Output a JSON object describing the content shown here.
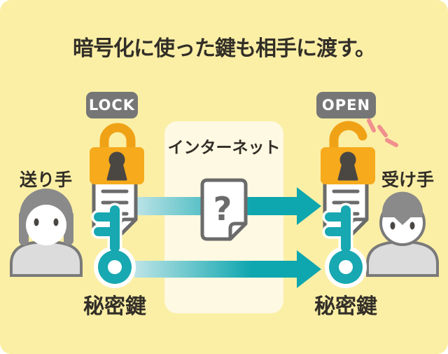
{
  "title": "暗号化に使った鍵も相手に渡す。",
  "sender": {
    "role_label": "送り手",
    "state_badge": "LOCK",
    "key_label": "秘密鍵"
  },
  "receiver": {
    "role_label": "受け手",
    "state_badge": "OPEN",
    "key_label": "秘密鍵"
  },
  "internet": {
    "label": "インターネット",
    "encrypted_mark": "?"
  },
  "colors": {
    "card-bg": "#FBEFA6",
    "panel-bg": "#FEF9E2",
    "accent-teal": "#17A8B1",
    "arrow-dark": "#0EA6AF",
    "arrow-light": "#BFE5E7",
    "lock-orange": "#F6AA1C",
    "shackle-orange": "#F0A216",
    "badge-gray": "#767676",
    "outline-gray": "#6B6B6B",
    "pink-accent": "#F0908E",
    "ink": "#322E27"
  }
}
